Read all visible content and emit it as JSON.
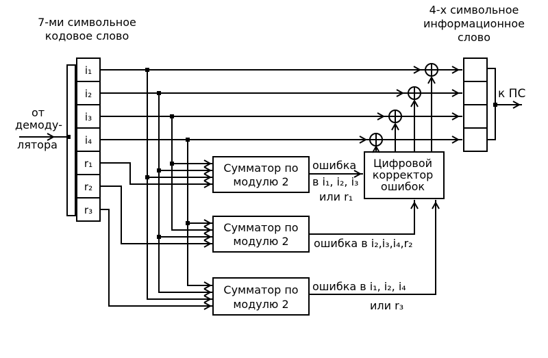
{
  "diagram": {
    "title_left": [
      "7-ми символьное",
      "кодовое слово"
    ],
    "title_right": [
      "4-х символьное",
      "информационное",
      "слово"
    ],
    "source": [
      "от",
      "демоду-",
      "лятора"
    ],
    "input_register": {
      "cells": [
        "i₁",
        "i₂",
        "i₃",
        "i₄",
        "r₁",
        "r₂",
        "r₃"
      ]
    },
    "summator": [
      "Сумматор по",
      "модулю 2"
    ],
    "corrector": [
      "Цифровой",
      "корректор",
      "ошибок"
    ],
    "s1_label": [
      "ошибка",
      "в i₁, i₂, i₃",
      "или r₁"
    ],
    "s2_label": [
      "ошибка  в i₂,i₃,i₄,r₂"
    ],
    "s3_label": [
      "ошибка  в i₁, i₂, i₄",
      "или r₃"
    ],
    "output_label": "к ПС",
    "colors": {
      "line": "#000000",
      "background": "#ffffff"
    }
  }
}
